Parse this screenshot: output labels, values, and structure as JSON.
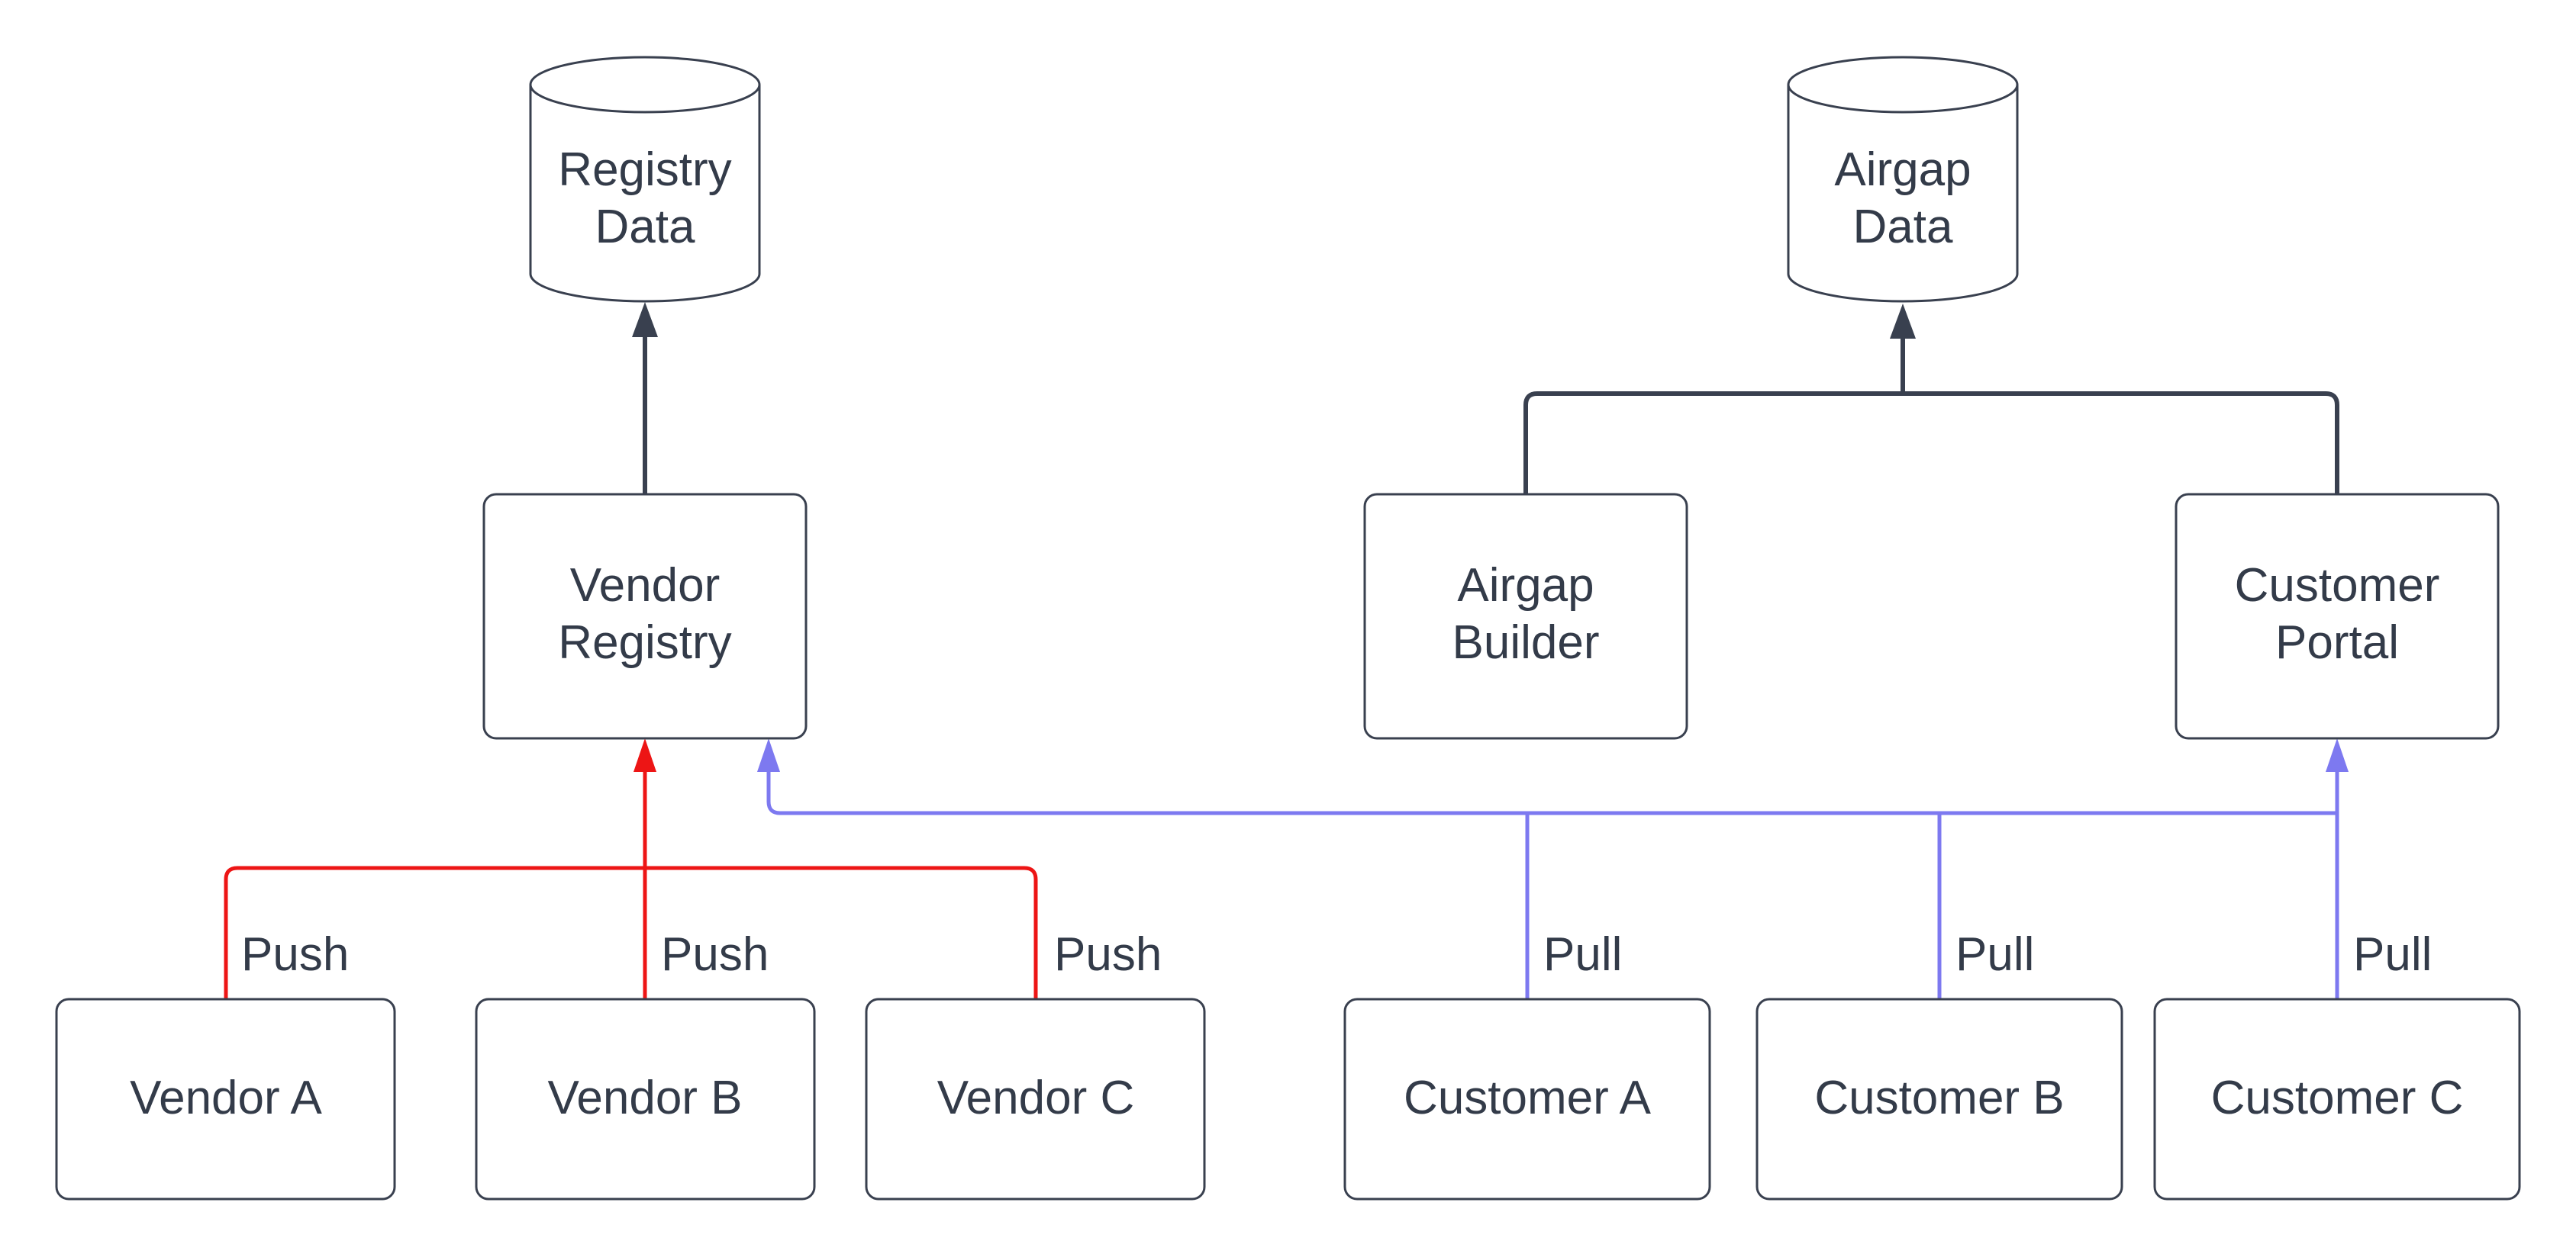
{
  "diagram": {
    "title": "Registry / Airgap data flow diagram",
    "colors": {
      "background": "#ffffff",
      "node_border": "#39404f",
      "text": "#333b49",
      "push_red": "#ed1515",
      "pull_purple": "#7d79f0",
      "edge_dark": "#39404f"
    },
    "nodes": {
      "registry_data": {
        "shape": "cylinder",
        "label": "Registry Data",
        "line1": "Registry",
        "line2": "Data"
      },
      "airgap_data": {
        "shape": "cylinder",
        "label": "Airgap Data",
        "line1": "Airgap",
        "line2": "Data"
      },
      "vendor_registry": {
        "shape": "rect",
        "label": "Vendor Registry",
        "line1": "Vendor",
        "line2": "Registry"
      },
      "airgap_builder": {
        "shape": "rect",
        "label": "Airgap Builder",
        "line1": "Airgap",
        "line2": "Builder"
      },
      "customer_portal": {
        "shape": "rect",
        "label": "Customer Portal",
        "line1": "Customer",
        "line2": "Portal"
      },
      "vendor_a": {
        "shape": "rect",
        "label": "Vendor A"
      },
      "vendor_b": {
        "shape": "rect",
        "label": "Vendor B"
      },
      "vendor_c": {
        "shape": "rect",
        "label": "Vendor C"
      },
      "customer_a": {
        "shape": "rect",
        "label": "Customer A"
      },
      "customer_b": {
        "shape": "rect",
        "label": "Customer B"
      },
      "customer_c": {
        "shape": "rect",
        "label": "Customer C"
      }
    },
    "edges": [
      {
        "from": "vendor_a",
        "to": "vendor_registry",
        "label": "Push",
        "color": "red"
      },
      {
        "from": "vendor_b",
        "to": "vendor_registry",
        "label": "Push",
        "color": "red"
      },
      {
        "from": "vendor_c",
        "to": "vendor_registry",
        "label": "Push",
        "color": "red"
      },
      {
        "from": "customer_a",
        "to": "vendor_registry",
        "label": "Pull",
        "color": "purple"
      },
      {
        "from": "customer_b",
        "to": "vendor_registry",
        "label": "Pull",
        "color": "purple"
      },
      {
        "from": "customer_c",
        "to": "customer_portal",
        "label": "Pull",
        "color": "purple"
      },
      {
        "from": "vendor_registry",
        "to": "registry_data",
        "label": "",
        "color": "dark"
      },
      {
        "from": "airgap_builder",
        "to": "airgap_data",
        "label": "",
        "color": "dark"
      },
      {
        "from": "customer_portal",
        "to": "airgap_data",
        "label": "",
        "color": "dark"
      }
    ]
  }
}
